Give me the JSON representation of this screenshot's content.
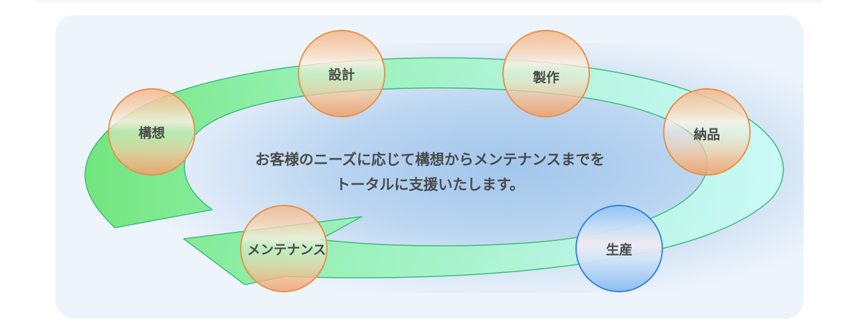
{
  "cycle": {
    "stages": [
      {
        "key": "koso",
        "label": "構想",
        "color": "orange"
      },
      {
        "key": "sekkei",
        "label": "設計",
        "color": "orange"
      },
      {
        "key": "seisaku",
        "label": "製作",
        "color": "orange"
      },
      {
        "key": "nohin",
        "label": "納品",
        "color": "orange"
      },
      {
        "key": "seisan",
        "label": "生産",
        "color": "blue"
      },
      {
        "key": "maintenance",
        "label": "メンテナンス",
        "color": "orange"
      }
    ],
    "center_text": {
      "line1": "お客様のニーズに応じて構想からメンテナンスまでを",
      "line2": "トータルに支援いたします。"
    }
  },
  "colors": {
    "panel_background": "#eef4fb",
    "arrow_start": "#6fe87d",
    "arrow_end": "#c7fbf6",
    "arrow_stroke": "#3dbb7a",
    "orange_node_stroke": "#e8924a",
    "blue_node_stroke": "#3a84d4",
    "text": "#4a4a4a"
  }
}
